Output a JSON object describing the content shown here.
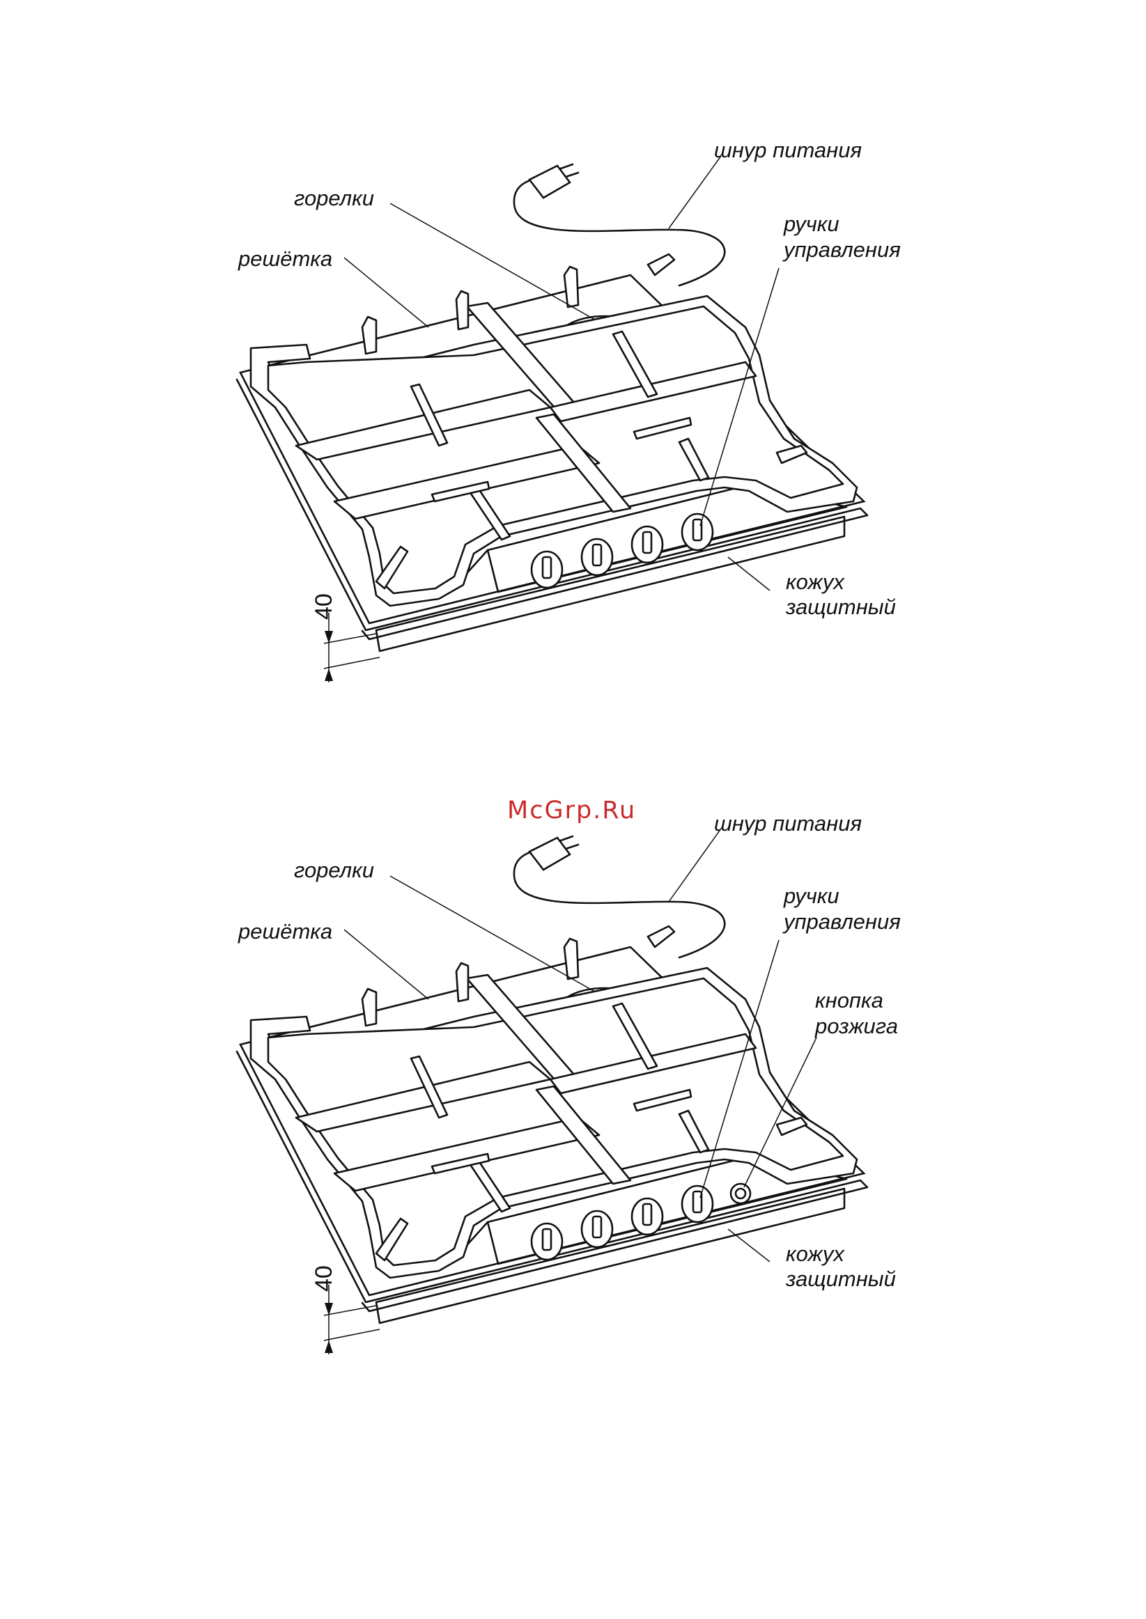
{
  "watermark": {
    "text": "McGrp.Ru",
    "color": "#cc2b2b"
  },
  "colors": {
    "ink": "#111111",
    "background": "#ffffff"
  },
  "diagrams": [
    {
      "labels": {
        "power_cord": "шнур питания",
        "burners": "горелки",
        "controls_line1": "ручки",
        "controls_line2": "управления",
        "grate": "решётка",
        "housing_line1": "кожух",
        "housing_line2": "защитный"
      },
      "dimension": "40"
    },
    {
      "labels": {
        "power_cord": "шнур питания",
        "burners": "горелки",
        "controls_line1": "ручки",
        "controls_line2": "управления",
        "ignition_line1": "кнопка",
        "ignition_line2": "розжига",
        "grate": "решётка",
        "housing_line1": "кожух",
        "housing_line2": "защитный"
      },
      "dimension": "40"
    }
  ],
  "knob_icon": "control-knob-icon",
  "ignition_icon": "ignition-button-icon"
}
